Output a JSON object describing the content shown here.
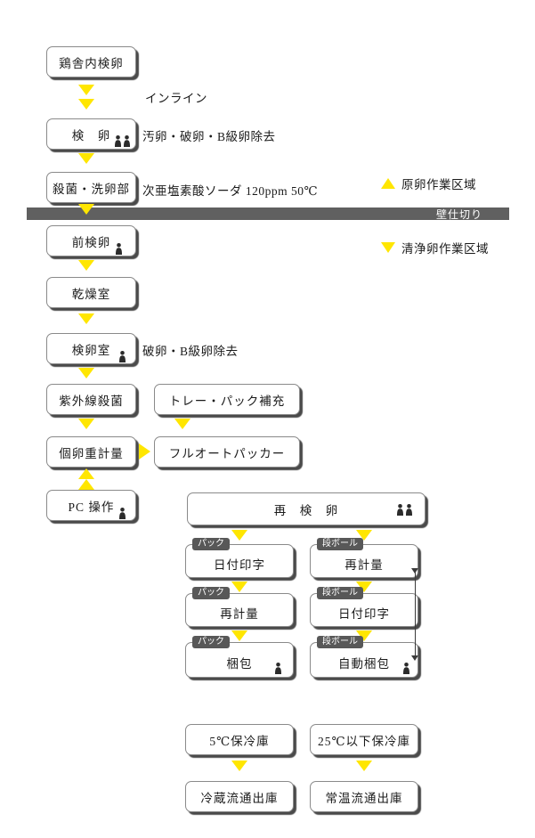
{
  "colors": {
    "arrow_yellow": "#ffe600",
    "partition_gray": "#606060",
    "badge_gray": "#585858",
    "box_shadow": "#4a4a4a",
    "text": "#1a1a1a"
  },
  "icons": {
    "worker": "person-icon",
    "flow_arrow": "yellow-triangle-arrow"
  },
  "annotations": {
    "inline_label": "インライン",
    "raw_egg_area": "原卵作業区域",
    "partition_label": "壁仕切り",
    "clean_egg_area": "清浄卵作業区域"
  },
  "nodes": {
    "house_inspection": {
      "label": "鶏舎内検卵"
    },
    "inspection": {
      "label": "検　卵",
      "note": "汚卵・破卵・B級卵除去",
      "workers": 2
    },
    "washing": {
      "label": "殺菌・洗卵部",
      "note": "次亜塩素酸ソーダ 120ppm 50℃"
    },
    "pre_inspection": {
      "label": "前検卵",
      "workers": 1
    },
    "drying_room": {
      "label": "乾燥室"
    },
    "inspection_room": {
      "label": "検卵室",
      "note": "破卵・B級卵除去",
      "workers": 1
    },
    "uv_sterilization": {
      "label": "紫外線殺菌"
    },
    "tray_pack_refill": {
      "label": "トレー・パック補充"
    },
    "egg_weighing": {
      "label": "個卵重計量"
    },
    "full_auto_packer": {
      "label": "フルオートパッカー"
    },
    "pc_operation": {
      "label": "PC 操作",
      "workers": 1
    },
    "re_inspection": {
      "label": "再　検　卵",
      "workers": 2
    },
    "pack_date_print": {
      "badge": "パック",
      "label": "日付印字"
    },
    "pack_reweigh": {
      "badge": "パック",
      "label": "再計量"
    },
    "pack_packing": {
      "badge": "パック",
      "label": "梱包",
      "workers": 1
    },
    "carton_reweigh": {
      "badge": "段ボール",
      "label": "再計量"
    },
    "carton_date_print": {
      "badge": "段ボール",
      "label": "日付印字"
    },
    "carton_auto_packing": {
      "badge": "段ボール",
      "label": "自動梱包",
      "workers": 1
    },
    "cold_storage_5c": {
      "label": "5℃保冷庫"
    },
    "cold_storage_25c": {
      "label": "25℃以下保冷庫"
    },
    "chilled_shipping": {
      "label": "冷蔵流通出庫"
    },
    "ambient_shipping": {
      "label": "常温流通出庫"
    }
  }
}
